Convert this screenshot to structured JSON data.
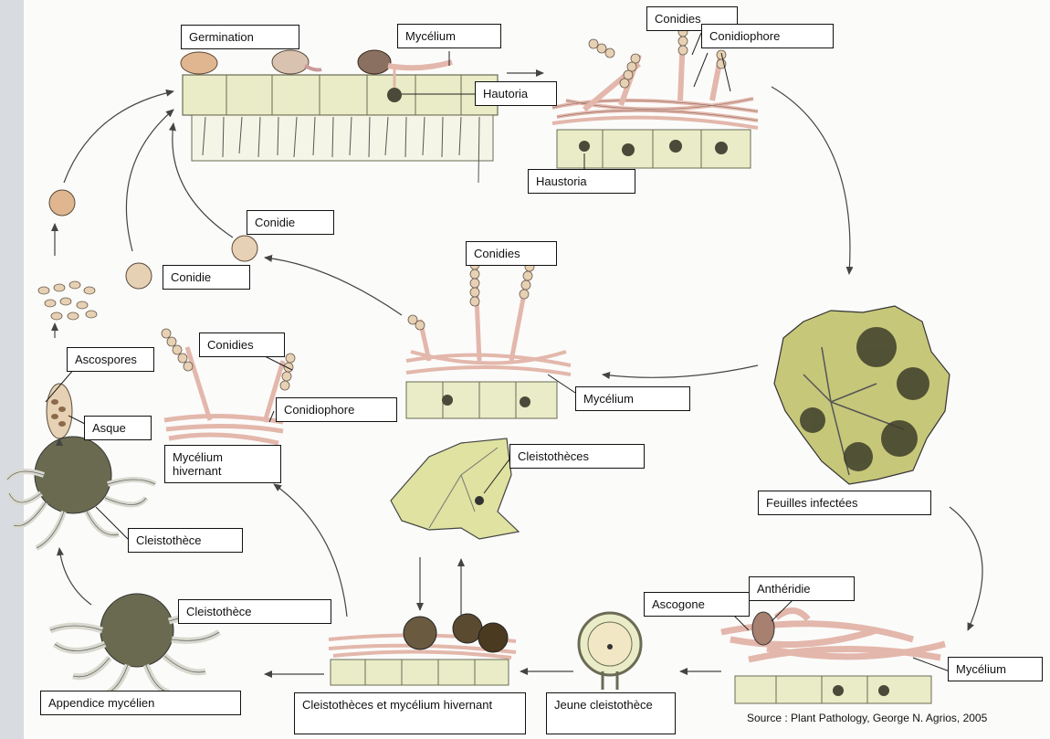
{
  "labels": {
    "germination": "Germination",
    "mycelium_top": "Mycélium",
    "hautoria": "Hautoria",
    "conidies_top": "Conidies",
    "conidiophore_top": "Conidiophore",
    "haustoria": "Haustoria",
    "conidie_1": "Conidie",
    "conidie_2": "Conidie",
    "conidies_mid": "Conidies",
    "mycelium_mid": "Mycélium",
    "conidies_left": "Conidies",
    "conidiophore_left": "Conidiophore",
    "mycelium_hivernant": "Mycélium hivernant",
    "ascospores": "Ascospores",
    "asque": "Asque",
    "cleistotheque_left": "Cleistothèce",
    "cleistotheces_leaf": "Cleistothèces",
    "feuilles_infectees": "Feuilles infectées",
    "cleistotheque_bottom": "Cleistothèce",
    "ascogone": "Ascogone",
    "antheridie": "Anthéridie",
    "mycelium_bottom": "Mycélium",
    "appendice_mycelien": "Appendice mycélien",
    "cleistotheces_mycelium": "Cleistothèces et mycélium hivernant",
    "jeune_cleistotheque": "Jeune cleistothèce"
  },
  "source": "Source : Plant Pathology, George N. Agrios, 2005",
  "colors": {
    "cell_fill": "#e9ecc6",
    "hypha": "#e3b7ab",
    "spore": "#e7d1b4",
    "leaf": "#dfe2a0",
    "dark_spot": "#4a4a3a",
    "arrow": "#444444"
  }
}
